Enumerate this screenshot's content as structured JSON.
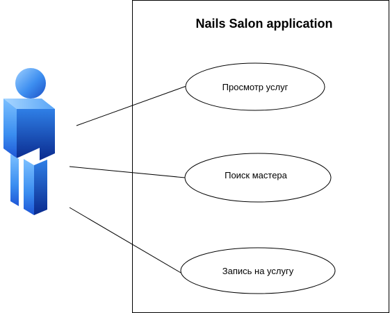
{
  "diagram": {
    "system": {
      "title": "Nails Salon application"
    },
    "actor": {
      "icon": "person-icon",
      "colors": {
        "light": "#6fb5ff",
        "mid": "#2f7fe6",
        "dark": "#0a2f9a"
      }
    },
    "use_cases": [
      {
        "label": "Просмотр услуг"
      },
      {
        "label": "Поиск мастера"
      },
      {
        "label": "Запись на услугу"
      }
    ]
  }
}
